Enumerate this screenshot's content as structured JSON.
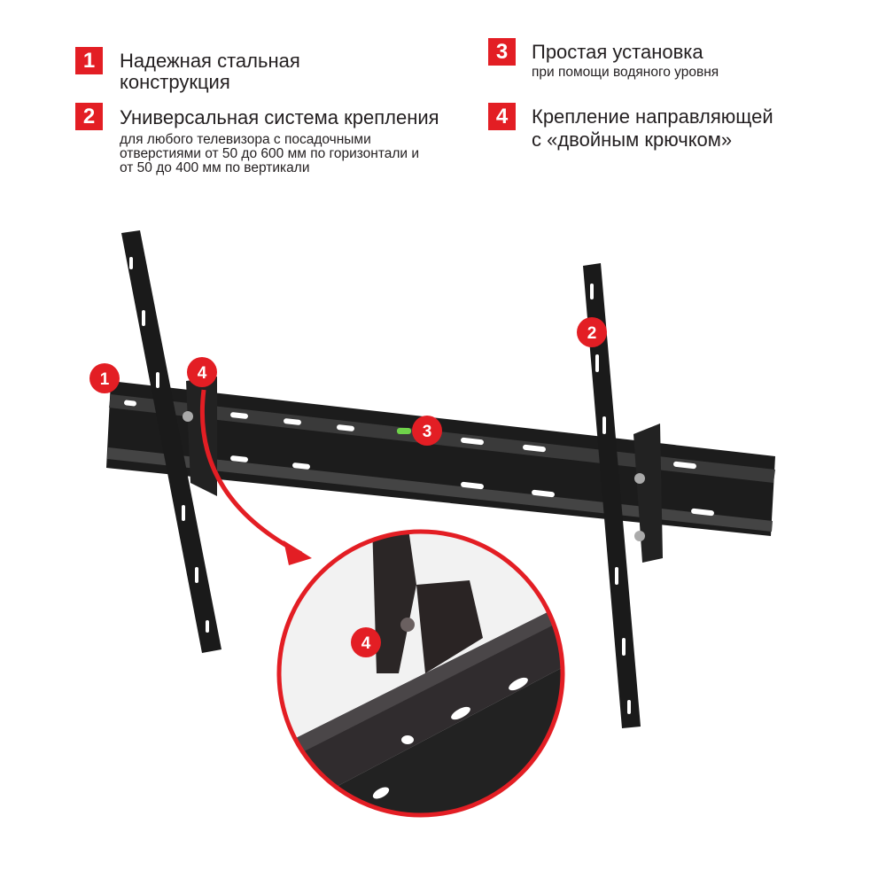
{
  "features": [
    {
      "number": "1",
      "title": "Надежная стальная",
      "title2": "конструкция"
    },
    {
      "number": "2",
      "title": "Универсальная система крепления",
      "sub": [
        "для любого телевизора с посадочными",
        "отверстиями от 50 до 600 мм по горизонтали и",
        "от 50 до 400 мм  по вертикали"
      ]
    },
    {
      "number": "3",
      "title": "Простая установка",
      "sub": [
        "при помощи водяного уровня"
      ]
    },
    {
      "number": "4",
      "title": "Крепление направляющей",
      "title2": "с «двойным крючком»"
    }
  ],
  "markers": [
    "1",
    "2",
    "3",
    "4",
    "4"
  ],
  "colors": {
    "accent": "#e31e24",
    "metal": "#1f1f1f",
    "text": "#231f20"
  }
}
